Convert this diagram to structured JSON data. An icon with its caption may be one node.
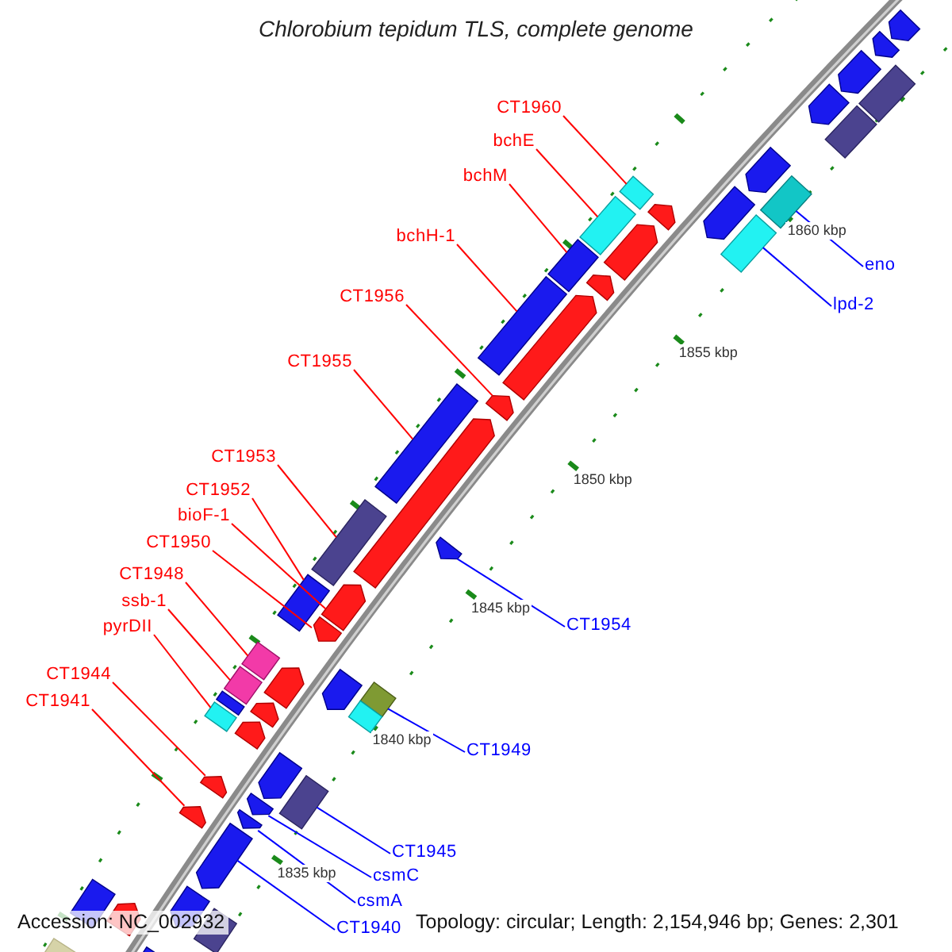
{
  "diagram": {
    "title": "Chlorobium tepidum TLS, complete genome",
    "nodes": [
      {
        "text": [
          "CT1960"
        ]
      },
      {
        "text": [
          "bchE"
        ]
      },
      {
        "text": [
          "bchM"
        ]
      },
      {
        "text": [
          "bchH-1"
        ]
      },
      {
        "text": [
          "eno"
        ]
      },
      {
        "text": [
          "CT1956"
        ]
      },
      {
        "text": [
          "lpd-2"
        ]
      },
      {
        "text": [
          "CT1955"
        ]
      },
      {
        "text": [
          "CT1953"
        ]
      },
      {
        "text": [
          "CT1952"
        ]
      },
      {
        "text": [
          "bioF-1"
        ]
      },
      {
        "text": [
          "CT1950"
        ]
      },
      {
        "text": [
          "CT1948"
        ]
      },
      {
        "text": [
          "ssb-1"
        ]
      },
      {
        "text": [
          "CT1954"
        ]
      },
      {
        "text": [
          "pyrDII"
        ]
      },
      {
        "text": [
          "CT1944"
        ]
      },
      {
        "text": [
          "CT1941"
        ]
      },
      {
        "text": [
          "CT1949"
        ]
      },
      {
        "text": [
          "CT1945"
        ]
      },
      {
        "text": [
          "csmC"
        ]
      },
      {
        "text": [
          "csmA"
        ]
      },
      {
        "text": [
          "CT1940"
        ]
      },
      {
        "text": [],
        "shape": "arrow"
      },
      {
        "text": [],
        "shape": "arrow"
      },
      {
        "text": [],
        "shape": "box"
      },
      {
        "text": [],
        "shape": "arrow"
      },
      {
        "text": [],
        "shape": "box"
      },
      {
        "text": [],
        "shape": "arrow"
      },
      {
        "text": [],
        "shape": "arrow"
      },
      {
        "text": [],
        "shape": "box"
      },
      {
        "text": [],
        "shape": "box"
      },
      {
        "text": [],
        "shape": "arrow"
      },
      {
        "text": [],
        "shape": "box"
      },
      {
        "text": [],
        "shape": "arrow"
      },
      {
        "text": [],
        "shape": "box"
      },
      {
        "text": [],
        "shape": "arrow"
      },
      {
        "text": [],
        "shape": "box"
      },
      {
        "text": [],
        "shape": "arrow"
      },
      {
        "text": [],
        "shape": "box"
      },
      {
        "text": [],
        "shape": "arrow"
      },
      {
        "text": [],
        "shape": "arrow"
      },
      {
        "text": [],
        "shape": "box"
      },
      {
        "text": [],
        "shape": "arrow"
      },
      {
        "text": [],
        "shape": "arrow"
      },
      {
        "text": [],
        "shape": "box"
      },
      {
        "text": [],
        "shape": "box"
      },
      {
        "text": [],
        "shape": "arrow"
      },
      {
        "text": [],
        "shape": "arrow"
      },
      {
        "text": [],
        "shape": "arrow"
      },
      {
        "text": [],
        "shape": "box"
      },
      {
        "text": [],
        "shape": "box"
      },
      {
        "text": [],
        "shape": "box"
      },
      {
        "text": [],
        "shape": "arrow"
      },
      {
        "text": [],
        "shape": "box"
      },
      {
        "text": [],
        "shape": "arrow"
      },
      {
        "text": [],
        "shape": "box"
      },
      {
        "text": [],
        "shape": "box"
      },
      {
        "text": [],
        "shape": "arrow"
      },
      {
        "text": [],
        "shape": "arrow"
      },
      {
        "text": [],
        "shape": "box"
      },
      {
        "text": [],
        "shape": "arrow"
      },
      {
        "text": [],
        "shape": "arrow"
      },
      {
        "text": [],
        "shape": "arrow"
      },
      {
        "text": [],
        "shape": "arrow"
      },
      {
        "text": [],
        "shape": "arrow"
      },
      {
        "text": [],
        "shape": "arrow"
      },
      {
        "text": [],
        "shape": "box"
      },
      {
        "text": [],
        "shape": "box"
      },
      {
        "text": [],
        "shape": "arrow"
      },
      {
        "text": [],
        "shape": "box"
      },
      {
        "text": [],
        "shape": "arrow"
      }
    ],
    "edges": [
      {
        "from": 0,
        "to": 33,
        "arrow": "none"
      },
      {
        "from": 1,
        "to": 35,
        "arrow": "none"
      },
      {
        "from": 2,
        "to": 37,
        "arrow": "none"
      },
      {
        "from": 3,
        "to": 39,
        "arrow": "none"
      },
      {
        "from": 4,
        "to": 30,
        "arrow": "none",
        "color": "#0000ff"
      },
      {
        "from": 5,
        "to": 41,
        "arrow": "none"
      },
      {
        "from": 6,
        "to": 31,
        "arrow": "none",
        "color": "#0000ff"
      },
      {
        "from": 7,
        "to": 42,
        "arrow": "none"
      },
      {
        "from": 8,
        "to": 45,
        "arrow": "none"
      },
      {
        "from": 9,
        "to": 46,
        "arrow": "none"
      },
      {
        "from": 10,
        "to": 47,
        "arrow": "none"
      },
      {
        "from": 11,
        "to": 48,
        "arrow": "none"
      },
      {
        "from": 12,
        "to": 52,
        "arrow": "none"
      },
      {
        "from": 13,
        "to": 54,
        "arrow": "none"
      },
      {
        "from": 14,
        "to": 44,
        "arrow": "none",
        "color": "#0000ff"
      },
      {
        "from": 15,
        "to": 57,
        "arrow": "none"
      },
      {
        "from": 16,
        "to": 61,
        "arrow": "none"
      },
      {
        "from": 17,
        "to": 65,
        "arrow": "none"
      },
      {
        "from": 18,
        "to": 50,
        "arrow": "none",
        "color": "#0000ff"
      },
      {
        "from": 19,
        "to": 60,
        "arrow": "none",
        "color": "#0000ff"
      },
      {
        "from": 20,
        "to": 62,
        "arrow": "none",
        "color": "#0000ff"
      },
      {
        "from": 21,
        "to": 63,
        "arrow": "none",
        "color": "#0000ff"
      },
      {
        "from": 22,
        "to": 64,
        "arrow": "none",
        "color": "#0000ff"
      }
    ],
    "labels": [
      "1860 kbp",
      "1855 kbp",
      "1850 kbp",
      "1845 kbp",
      "1840 kbp",
      "1835 kbp",
      "Accession: NC_002932",
      "Topology: circular; Length: 2,154,946 bp; Genes: 2,301"
    ]
  }
}
